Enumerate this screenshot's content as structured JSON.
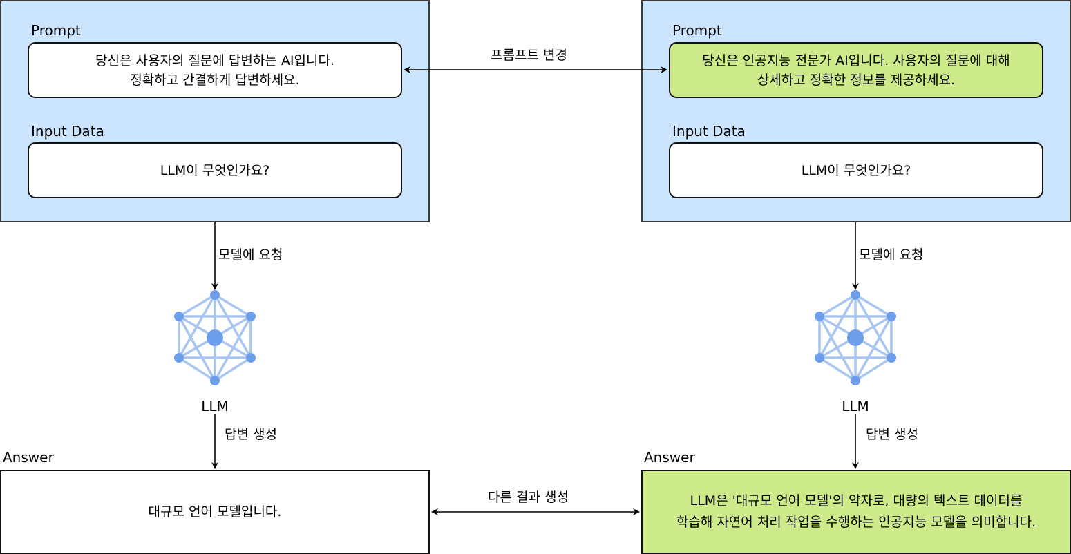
{
  "left": {
    "prompt_label": "Prompt",
    "prompt_text": "당신은 사용자의 질문에 답변하는 AI입니다.\n정확하고 간결하게 답변하세요.",
    "input_label": "Input Data",
    "input_text": "LLM이 무엇인가요?",
    "request_label": "모델에 요청",
    "llm_label": "LLM",
    "generate_label": "답변 생성",
    "answer_label": "Answer",
    "answer_text": "대규모 언어 모델입니다."
  },
  "right": {
    "prompt_label": "Prompt",
    "prompt_text": "당신은 인공지능 전문가 AI입니다. 사용자의 질문에 대해\n상세하고 정확한 정보를 제공하세요.",
    "input_label": "Input Data",
    "input_text": "LLM이 무엇인가요?",
    "request_label": "모델에 요청",
    "llm_label": "LLM",
    "generate_label": "답변 생성",
    "answer_label": "Answer",
    "answer_text": "LLM은 '대규모 언어 모델'의 약자로, 대량의 텍스트 데이터를\n학습해 자연어 처리 작업을 수행하는 인공지능 모델을 의미합니다."
  },
  "middle": {
    "prompt_change_label": "프롬프트 변경",
    "different_result_label": "다른 결과 생성"
  },
  "colors": {
    "panel_bg": "#cce5ff",
    "highlight_green": "#cdeb8b",
    "network_blue": "#6d9eeb",
    "network_edge": "#a9c6f1"
  },
  "icons": {
    "llm": "neural-network-icon"
  }
}
